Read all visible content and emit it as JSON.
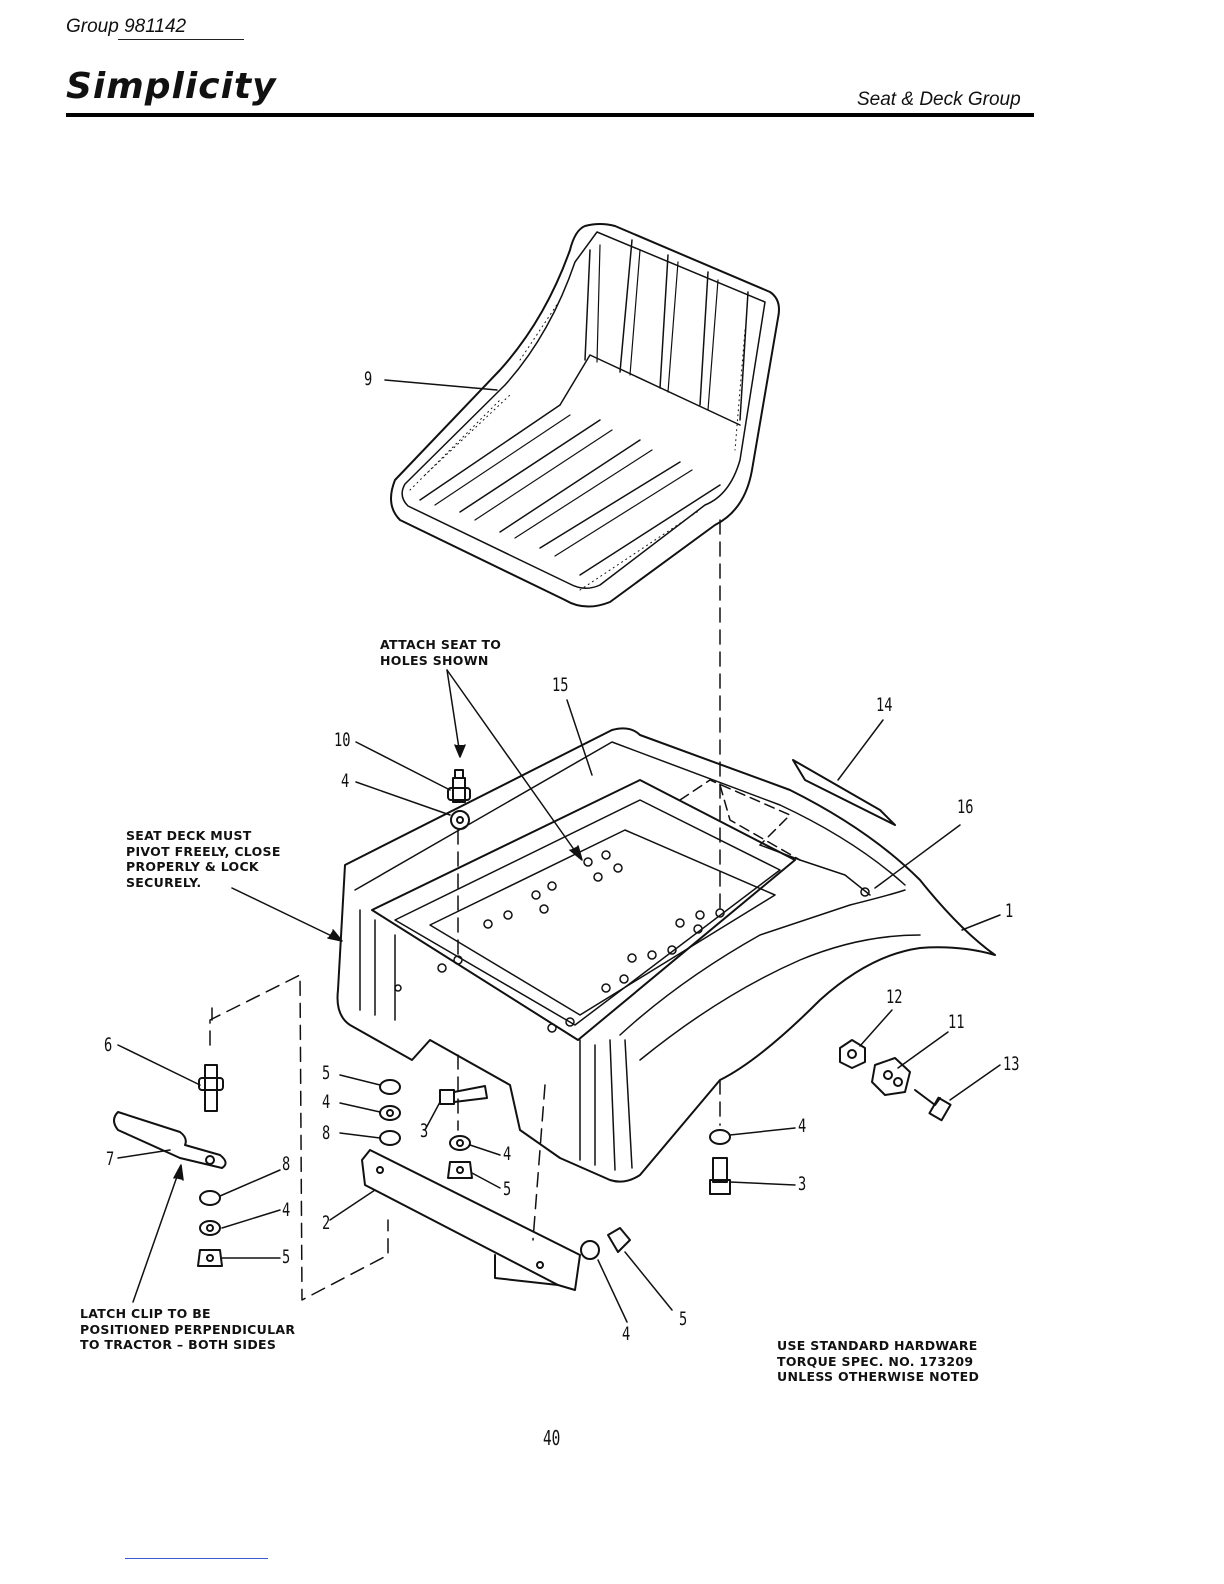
{
  "header": {
    "group_label": "Group",
    "group_number": "981142",
    "brand": "Simplicity",
    "section": "Seat & Deck Group"
  },
  "notes": {
    "attach_seat": "ATTACH SEAT TO\nHOLES SHOWN",
    "seat_deck": "SEAT DECK MUST\nPIVOT FREELY, CLOSE\nPROPERLY & LOCK\nSECURELY.",
    "latch_clip": "LATCH CLIP TO BE\nPOSITIONED PERPENDICULAR\nTO TRACTOR – BOTH SIDES",
    "hardware": "USE STANDARD HARDWARE\nTORQUE SPEC. NO. 173209\nUNLESS OTHERWISE NOTED"
  },
  "callouts": {
    "c9": "9",
    "c15": "15",
    "c14": "14",
    "c10": "10",
    "c4a": "4",
    "c16": "16",
    "c1": "1",
    "c6": "6",
    "c5a": "5",
    "c4b": "4",
    "c8a": "8",
    "c3a": "3",
    "c4c": "4",
    "c5b": "5",
    "c7": "7",
    "c8b": "8",
    "c4d": "4",
    "c5c": "5",
    "c2": "2",
    "c12": "12",
    "c11": "11",
    "c13": "13",
    "c4e": "4",
    "c3b": "3",
    "c4f": "4",
    "c5d": "5"
  },
  "page_number": "40"
}
